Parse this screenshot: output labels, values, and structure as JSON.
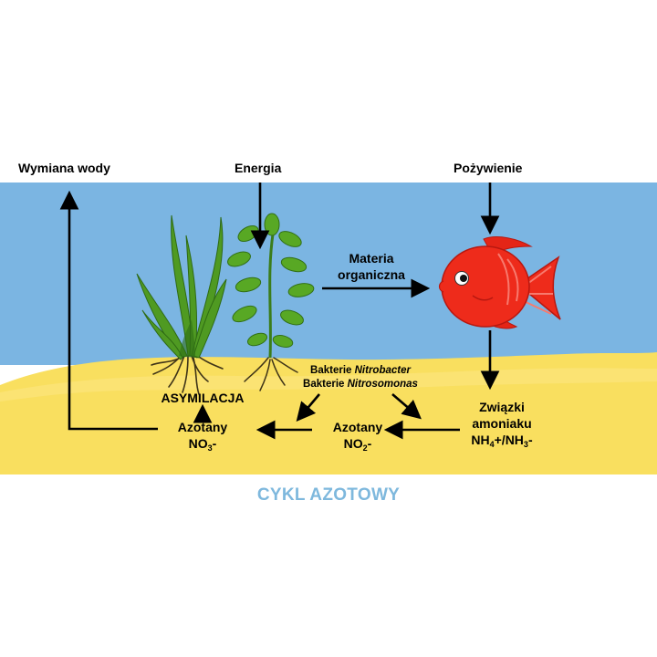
{
  "labels": {
    "water_exchange": "Wymiana wody",
    "energy": "Energia",
    "food": "Pożywienie",
    "organic_matter": [
      "Materia",
      "organiczna"
    ],
    "bacteria_nitrobacter": {
      "prefix": "Bakterie ",
      "name": "Nitrobacter"
    },
    "bacteria_nitrosomonas": {
      "prefix": "Bakterie ",
      "name": "Nitrosomonas"
    },
    "assimilation": "ASYMILACJA",
    "nitrates": {
      "line1": "Azotany",
      "formula": "NO",
      "sub": "3",
      "suffix": "-"
    },
    "nitrites": {
      "line1": "Azotany",
      "formula": "NO",
      "sub": "2",
      "suffix": "-"
    },
    "ammonia": {
      "line1": "Związki",
      "line2": "amoniaku",
      "formula_a": "NH",
      "sub_a": "4",
      "mid": "+/NH",
      "sub_b": "3",
      "suffix": "-"
    }
  },
  "title": "CYKL AZOTOWY",
  "colors": {
    "water": "#7bb5e2",
    "sand": "#f9df5f",
    "plant": "#4f9a22",
    "fish": "#ee2b1b",
    "title": "#7eb8dd"
  },
  "icons": [
    "vallisneria-plant-icon",
    "leafy-plant-icon",
    "fish-icon"
  ]
}
